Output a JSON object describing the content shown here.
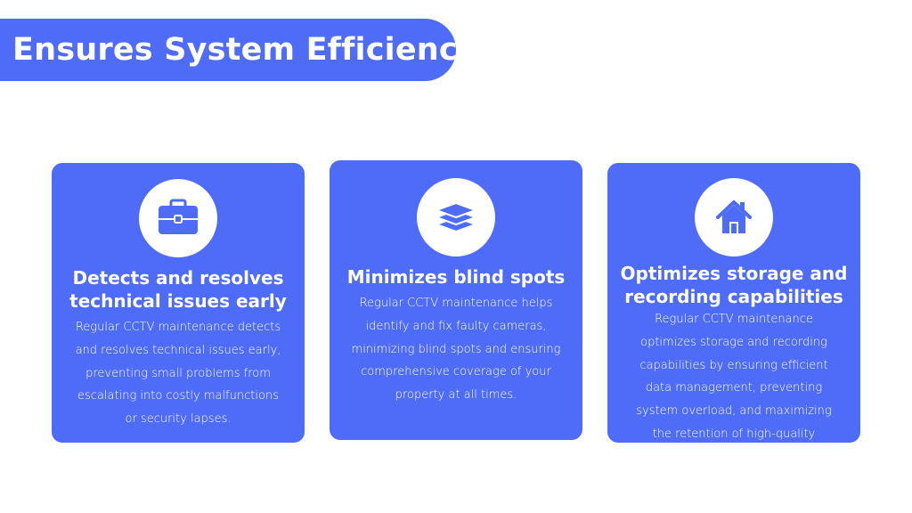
{
  "header": {
    "title": "Ensures System Efficiency"
  },
  "colors": {
    "accent": "#4f6cf8",
    "background": "#ffffff",
    "text": "#ffffff"
  },
  "cards": [
    {
      "icon": "briefcase-icon",
      "title": "Detects and resolves technical issues early",
      "body": "Regular CCTV maintenance detects and resolves technical issues early, preventing small problems from escalating into costly malfunctions or security lapses."
    },
    {
      "icon": "layers-icon",
      "title": "Minimizes blind spots",
      "body": "Regular CCTV maintenance helps identify and fix faulty cameras, minimizing blind spots and ensuring comprehensive coverage of your property at all times."
    },
    {
      "icon": "house-icon",
      "title": "Optimizes storage and recording capabilities",
      "body": "Regular CCTV maintenance optimizes storage and recording capabilities by ensuring efficient data management, preventing system overload, and maximizing the retention of high-quality footage."
    }
  ]
}
